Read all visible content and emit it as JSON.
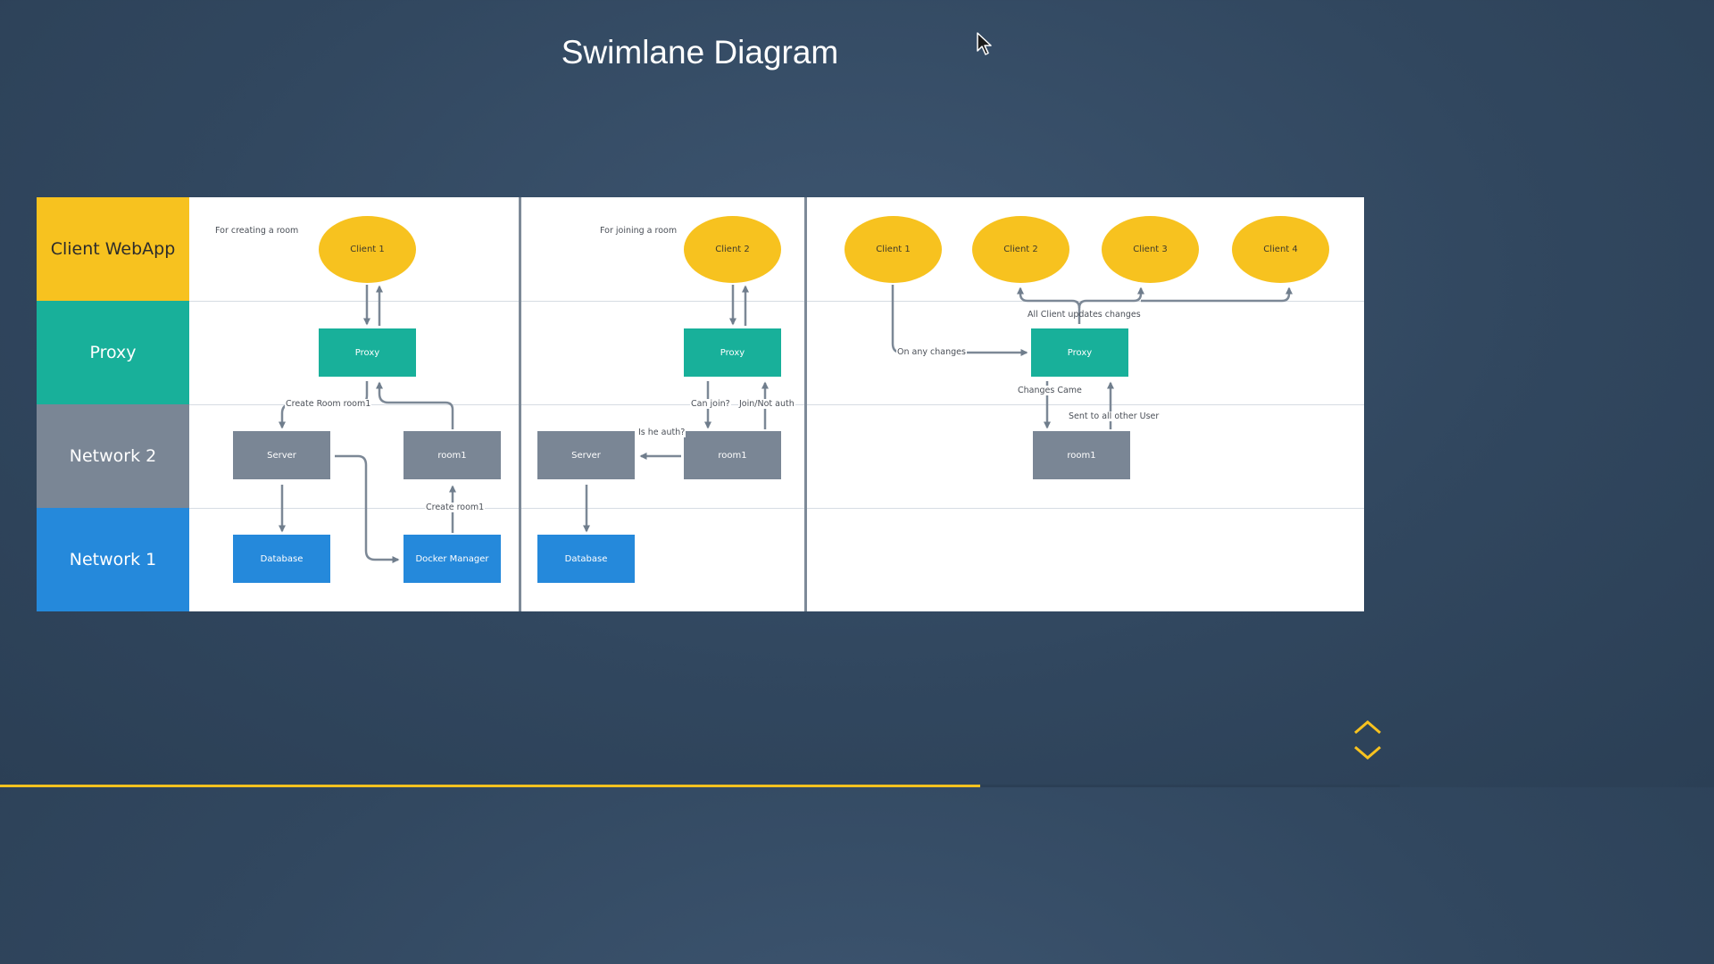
{
  "slide": {
    "title": "Swimlane Diagram",
    "progress": 0.7
  },
  "colors": {
    "client_lane": "#f7c21f",
    "proxy_lane": "#18b09a",
    "network2_lane": "#7a8695",
    "network1_lane": "#2589db",
    "nav_arrows": "#f7c21f",
    "background": "#34495e"
  },
  "lanes": {
    "client": "Client WebApp",
    "proxy": "Proxy",
    "network2": "Network 2",
    "network1": "Network 1"
  },
  "section1": {
    "caption": "For creating a room",
    "client": "Client 1",
    "proxy": "Proxy",
    "server": "Server",
    "room": "room1",
    "database": "Database",
    "docker": "Docker Manager",
    "edge_create_room": "Create Room room1",
    "edge_create_room1": "Create room1"
  },
  "section2": {
    "caption": "For joining a room",
    "client": "Client 2",
    "proxy": "Proxy",
    "server": "Server",
    "room": "room1",
    "database": "Database",
    "edge_can_join": "Can join?",
    "edge_join_not_auth": "Join/Not auth",
    "edge_is_auth": "Is he auth?"
  },
  "section3": {
    "client1": "Client 1",
    "client2": "Client 2",
    "client3": "Client 3",
    "client4": "Client 4",
    "proxy": "Proxy",
    "room": "room1",
    "edge_all_update": "All Client updates changes",
    "edge_any_changes": "On any changes",
    "edge_changes_came": "Changes Came",
    "edge_sent_all": "Sent to all other User"
  },
  "icons": {
    "cursor": "mouse-pointer-icon",
    "nav_up": "chevron-up-icon",
    "nav_down": "chevron-down-icon"
  }
}
